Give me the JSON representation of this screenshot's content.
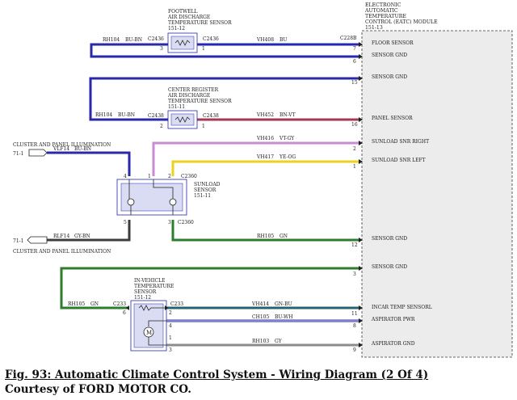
{
  "module": {
    "title_lines": [
      "ELECTRONIC",
      "AUTOMATIC",
      "TEMPERATURE",
      "CONTROL (EATC) MODULE"
    ],
    "ref": "151-13",
    "pins": [
      {
        "label": "FLOOR SENSOR",
        "pin": "7",
        "connector": "C228B"
      },
      {
        "label": "SENSOR GND",
        "pin": "6"
      },
      {
        "label": "SENSOR GND",
        "pin": "15"
      },
      {
        "label": "PANEL SENSOR",
        "pin": "16"
      },
      {
        "label": "SUNLOAD SNR RIGHT",
        "pin": "2"
      },
      {
        "label": "SUNLOAD SNR LEFT",
        "pin": "1"
      },
      {
        "label": "SENSOR GND",
        "pin": "12"
      },
      {
        "label": "SENSOR GND",
        "pin": "3"
      },
      {
        "label": "INCAR TEMP SENSORL",
        "pin": "11"
      },
      {
        "label": "ASPIRATOR PWR",
        "pin": "8"
      },
      {
        "label": "ASPIRATOR GND",
        "pin": "9"
      }
    ]
  },
  "footwell_sensor": {
    "title_lines": [
      "FOOTWELL",
      "AIR DISCHARGE",
      "TEMPERATURE SENSOR"
    ],
    "ref": "151-12",
    "connector_left": "C2436",
    "connector_right": "C2436",
    "pin_left": "3",
    "pin_right": "1"
  },
  "center_register_sensor": {
    "title_lines": [
      "CENTER REGISTER",
      "AIR DISCHARGE",
      "TEMPERATURE SENSOR"
    ],
    "ref": "151-11",
    "connector_left": "C2438",
    "connector_right": "C2438",
    "pin_left": "2",
    "pin_right": "1"
  },
  "sunload_sensor": {
    "title_lines": [
      "SUNLOAD",
      "SENSOR"
    ],
    "ref": "151-11",
    "connector_top": "C2360",
    "connector_bottom": "C2360",
    "pins_top": [
      "4",
      "1",
      "2"
    ],
    "pins_bottom": [
      "5",
      "3"
    ]
  },
  "invehicle_sensor": {
    "title_lines": [
      "IN-VEHICLE",
      "TEMPERATURE",
      "SENSOR"
    ],
    "ref": "151-12",
    "connector_left": "C233",
    "connector_right": "C233",
    "pin_left": "6",
    "pins_right": [
      "2",
      "4",
      "1",
      "3"
    ]
  },
  "offpage": [
    {
      "label": "CLUSTER AND PANEL ILLUMINATION",
      "ref": "71-1"
    },
    {
      "label": "CLUSTER AND PANEL ILLUMINATION",
      "ref": "71-1"
    }
  ],
  "wires": [
    {
      "circuit": "RH104",
      "color": "BU-BN",
      "hex": "#2a2aa8"
    },
    {
      "circuit": "VH408",
      "color": "BU",
      "hex": "#2626b4"
    },
    {
      "circuit": "RH104",
      "color": "BU-BN",
      "hex": "#2a2aa8"
    },
    {
      "circuit": "VH452",
      "color": "BN-VT",
      "hex": "#a13a55"
    },
    {
      "circuit": "VH416",
      "color": "VT-GY",
      "hex": "#c98bd3"
    },
    {
      "circuit": "VH417",
      "color": "YE-OG",
      "hex": "#ecd21e"
    },
    {
      "circuit": "VLF14",
      "color": "BU-BN",
      "hex": "#2a2aa8"
    },
    {
      "circuit": "RLF14",
      "color": "GY-BN",
      "hex": "#3c3c3c"
    },
    {
      "circuit": "RH105",
      "color": "GN",
      "hex": "#2e7d2e"
    },
    {
      "circuit": "RH105",
      "color": "GN",
      "hex": "#2e7d2e"
    },
    {
      "circuit": "VH414",
      "color": "GN-BU",
      "hex": "#2b6b5a"
    },
    {
      "circuit": "CH105",
      "color": "BU-WH",
      "hex": "#3535b0"
    },
    {
      "circuit": "RH103",
      "color": "GY",
      "hex": "#8c8c8c"
    }
  ],
  "caption": {
    "line1": "Fig. 93: Automatic Climate Control System - Wiring Diagram (2 Of 4)",
    "line2": "Courtesy of FORD MOTOR CO."
  }
}
